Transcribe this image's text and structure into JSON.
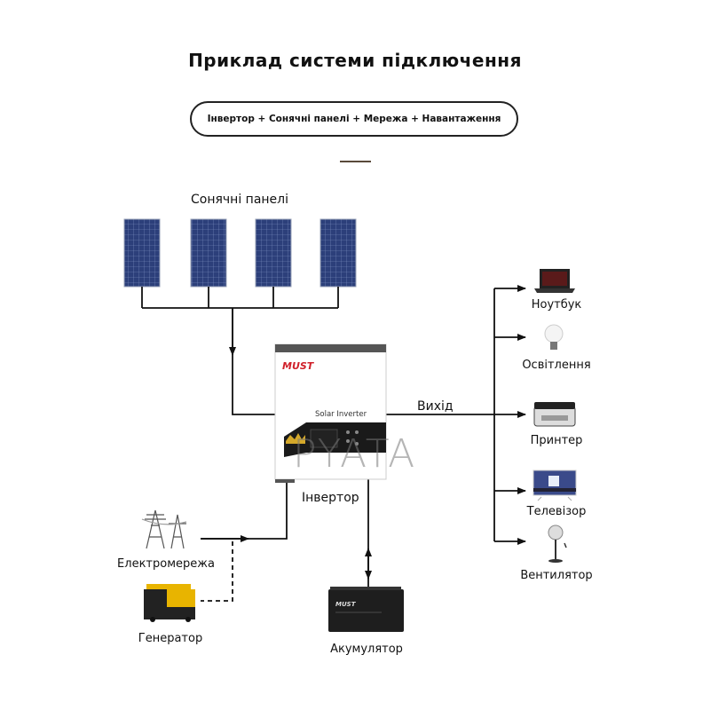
{
  "title": "Приклад системи підключення",
  "subtitle": "Інвертор + Сонячні панелі + Мережа + Навантаження",
  "labels": {
    "solar_panels": "Сонячні панелі",
    "output": "Вихід",
    "inverter": "Інвертор",
    "grid": "Електромережа",
    "generator": "Генератор",
    "battery": "Акумулятор"
  },
  "inverter_device": {
    "brand": "MUST",
    "model_text": "Solar Inverter"
  },
  "battery_device": {
    "brand": "MUST"
  },
  "loads": [
    {
      "label": "Ноутбук",
      "icon": "laptop-icon"
    },
    {
      "label": "Освітлення",
      "icon": "light-bulb-icon"
    },
    {
      "label": "Принтер",
      "icon": "printer-icon"
    },
    {
      "label": "Телевізор",
      "icon": "tv-icon"
    },
    {
      "label": "Вентилятор",
      "icon": "fan-icon"
    }
  ],
  "watermark": "PYATA",
  "colors": {
    "line": "#111111",
    "accent_divider": "#5a4a3a",
    "panel_blue": "#2c3f7a",
    "brand_red": "#d0202a",
    "generator_yellow": "#e8b400"
  }
}
